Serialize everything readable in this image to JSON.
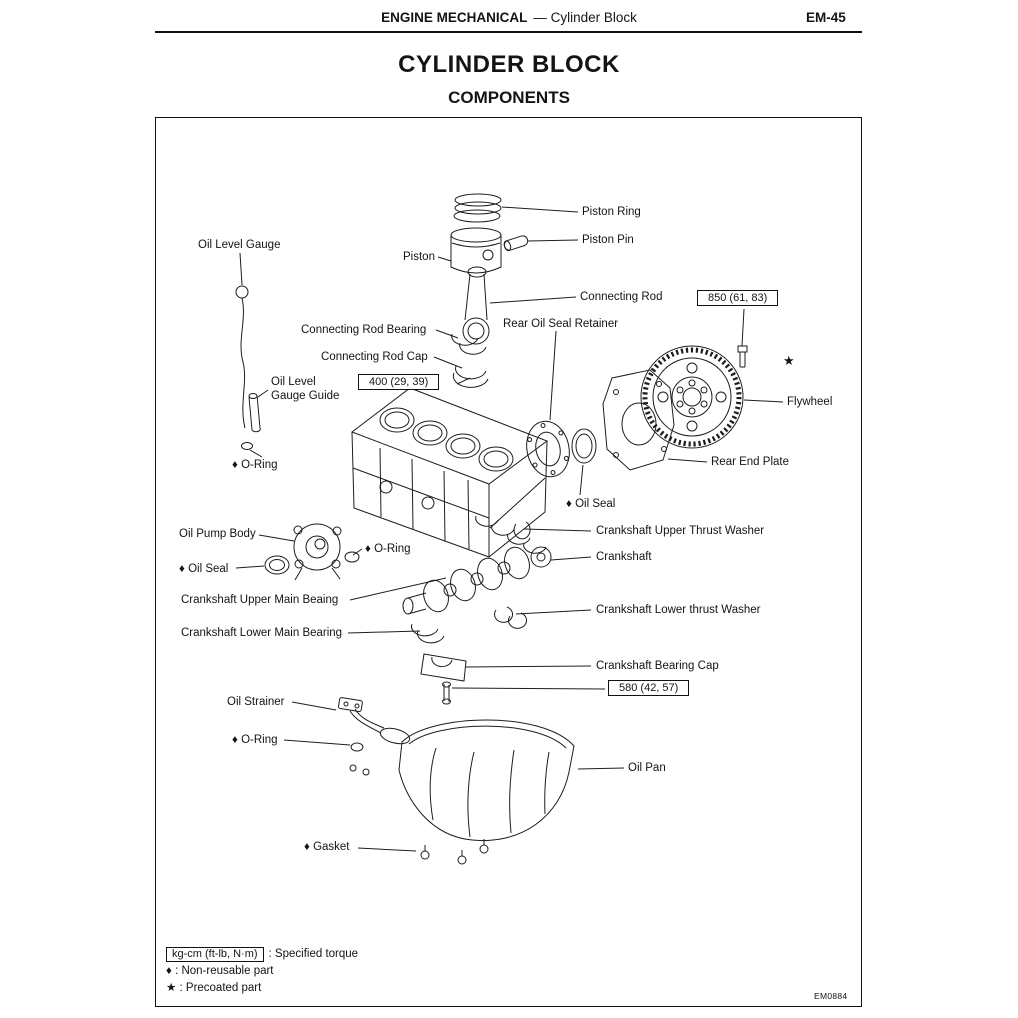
{
  "header": {
    "section": "ENGINE MECHANICAL",
    "subsection": "— Cylinder Block",
    "page_number": "EM-45"
  },
  "page": {
    "title": "CYLINDER BLOCK",
    "subtitle": "COMPONENTS"
  },
  "figure": {
    "code": "EM0884",
    "torques": {
      "connecting_rod_cap": "400 (29, 39)",
      "flywheel": "850 (61, 83)",
      "crankshaft_bearing_cap": "580 (42, 57)"
    },
    "symbols": {
      "precoated_star": "★"
    },
    "labels": {
      "oil_level_gauge": "Oil Level Gauge",
      "piston": "Piston",
      "piston_ring": "Piston Ring",
      "piston_pin": "Piston Pin",
      "connecting_rod": "Connecting Rod",
      "connecting_rod_bearing": "Connecting Rod Bearing",
      "rear_oil_seal_retainer": "Rear Oil Seal Retainer",
      "connecting_rod_cap": "Connecting Rod Cap",
      "oil_level_gauge_guide": "Oil Level\nGauge Guide",
      "flywheel": "Flywheel",
      "rear_end_plate": "Rear End Plate",
      "o_ring_gauge": "♦ O-Ring",
      "oil_seal_rear": "♦ Oil Seal",
      "crankshaft_upper_thrust_washer": "Crankshaft Upper Thrust Washer",
      "oil_pump_body": "Oil Pump Body",
      "o_ring_pump": "♦ O-Ring",
      "crankshaft": "Crankshaft",
      "oil_seal_front": "♦ Oil Seal",
      "crankshaft_upper_main_bearing": "Crankshaft Upper Main Beaing",
      "crankshaft_lower_thrust_washer": "Crankshaft Lower thrust Washer",
      "crankshaft_lower_main_bearing": "Crankshaft Lower Main Bearing",
      "crankshaft_bearing_cap": "Crankshaft Bearing Cap",
      "oil_strainer": "Oil Strainer",
      "o_ring_strainer": "♦ O-Ring",
      "oil_pan": "Oil Pan",
      "gasket": "♦ Gasket"
    },
    "legend": {
      "torque_unit": "kg-cm (ft-lb, N·m)",
      "torque_desc": ": Specified torque",
      "non_reusable": "♦ : Non-reusable part",
      "precoated": "★ : Precoated part"
    }
  }
}
